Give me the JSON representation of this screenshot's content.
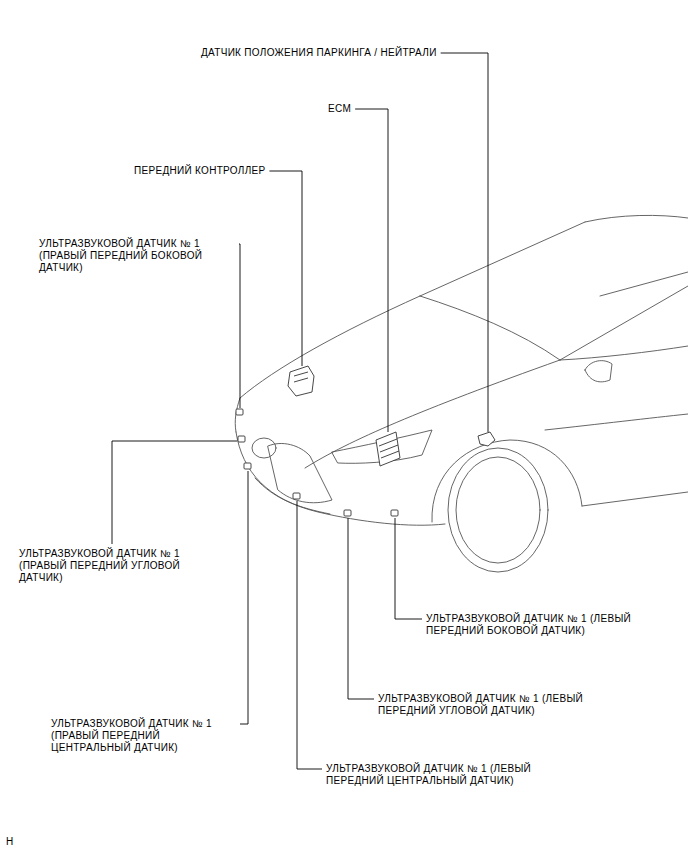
{
  "diagram": {
    "labels": [
      "ДАТЧИК ПОЛОЖЕНИЯ ПАРКИНГА / НЕЙТРАЛИ",
      "ECM",
      "ПЕРЕДНИЙ КОНТРОЛЛЕР",
      "УЛЬТРАЗВУКОВОЙ ДАТЧИК № 1 (ПРАВЫЙ ПЕРЕДНИЙ БОКОВОЙ ДАТЧИК)",
      "УЛЬТРАЗВУКОВОЙ ДАТЧИК № 1 (ПРАВЫЙ ПЕРЕДНИЙ УГЛОВОЙ ДАТЧИК)",
      "УЛЬТРАЗВУКОВОЙ ДАТЧИК № 1 (ЛЕВЫЙ ПЕРЕДНИЙ БОКОВОЙ ДАТЧИК)",
      "УЛЬТРАЗВУКОВОЙ ДАТЧИК № 1 (ЛЕВЫЙ ПЕРЕДНИЙ УГЛОВОЙ ДАТЧИК)",
      "УЛЬТРАЗВУКОВОЙ ДАТЧИК № 1 (ПРАВЫЙ ПЕРЕДНИЙ ЦЕНТРАЛЬНЫЙ ДАТЧИК)",
      "УЛЬТРАЗВУКОВОЙ ДАТЧИК № 1 (ЛЕВЫЙ ПЕРЕДНИЙ ЦЕНТРАЛЬНЫЙ ДАТЧИК)",
      "H"
    ]
  }
}
